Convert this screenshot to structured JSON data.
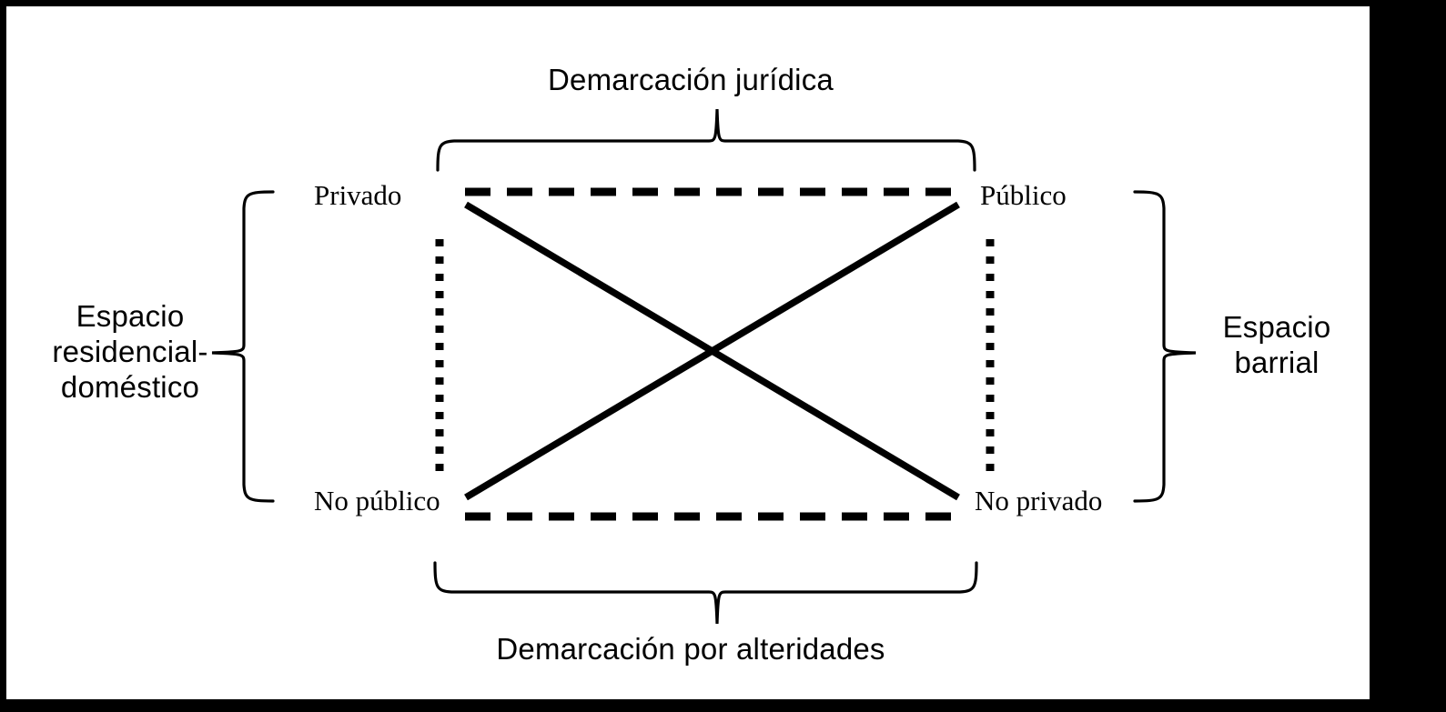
{
  "figure": {
    "type": "semiotic-square-diagram",
    "background_color": "#ffffff",
    "stroke_color": "#000000",
    "side_band_color": "#000000"
  },
  "titles": {
    "top": "Demarcación jurídica",
    "bottom": "Demarcación por alteridades"
  },
  "side_labels": {
    "left": "Espacio\nresidencial-\ndoméstico",
    "right": "Espacio\nbarrial"
  },
  "corners": {
    "top_left": "Privado",
    "top_right": "Público",
    "bottom_left": "No público",
    "bottom_right": "No privado"
  },
  "chart_data": {
    "type": "diagram",
    "title": "Demarcación jurídica / Demarcación por alteridades",
    "nodes": [
      {
        "id": "privado",
        "label": "Privado",
        "position": "top-left"
      },
      {
        "id": "publico",
        "label": "Público",
        "position": "top-right"
      },
      {
        "id": "no-publico",
        "label": "No público",
        "position": "bottom-left"
      },
      {
        "id": "no-privado",
        "label": "No privado",
        "position": "bottom-right"
      }
    ],
    "edges": [
      {
        "from": "privado",
        "to": "publico",
        "style": "dashed",
        "orientation": "horizontal-top"
      },
      {
        "from": "no-publico",
        "to": "no-privado",
        "style": "dashed",
        "orientation": "horizontal-bottom"
      },
      {
        "from": "privado",
        "to": "no-publico",
        "style": "dotted",
        "orientation": "vertical-left"
      },
      {
        "from": "publico",
        "to": "no-privado",
        "style": "dotted",
        "orientation": "vertical-right"
      },
      {
        "from": "privado",
        "to": "no-privado",
        "style": "solid",
        "orientation": "diagonal"
      },
      {
        "from": "no-publico",
        "to": "publico",
        "style": "solid",
        "orientation": "diagonal"
      }
    ],
    "braces": [
      {
        "id": "top",
        "label": "Demarcación jurídica",
        "side": "top"
      },
      {
        "id": "bottom",
        "label": "Demarcación por alteridades",
        "side": "bottom"
      },
      {
        "id": "left",
        "label": "Espacio residencial-doméstico",
        "side": "left"
      },
      {
        "id": "right",
        "label": "Espacio barrial",
        "side": "right"
      }
    ]
  }
}
